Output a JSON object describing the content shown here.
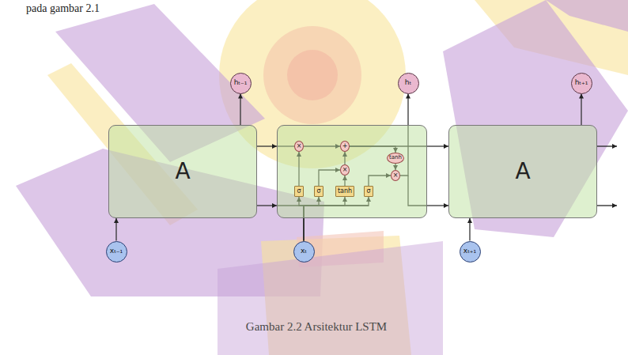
{
  "diagram": {
    "caption": "Gambar 2.2 Arsitektur LSTM",
    "nodes": [
      {
        "text": [
          "A"
        ]
      },
      {
        "text": []
      },
      {
        "text": [
          "A"
        ]
      },
      {
        "text": [
          "σ"
        ],
        "in": 1
      },
      {
        "text": [
          "σ"
        ],
        "in": 1
      },
      {
        "text": [
          "tanh"
        ],
        "in": 1
      },
      {
        "text": [
          "σ"
        ],
        "in": 1
      },
      {
        "text": [
          "×"
        ],
        "in": 1
      },
      {
        "text": [
          "+"
        ],
        "in": 1
      },
      {
        "text": [
          "×"
        ],
        "in": 1
      },
      {
        "text": [
          "tanh"
        ],
        "in": 1
      },
      {
        "text": [
          "×"
        ],
        "in": 1
      },
      {
        "text": [
          "hₜ₋₁"
        ]
      },
      {
        "text": [
          "hₜ"
        ]
      },
      {
        "text": [
          "hₜ₊₁"
        ]
      },
      {
        "text": [
          "xₜ₋₁"
        ]
      },
      {
        "text": [
          "xₜ"
        ]
      },
      {
        "text": [
          "xₜ₊₁"
        ]
      }
    ],
    "edges": [
      {
        "from": 15,
        "to": 0,
        "arrow": "to"
      },
      {
        "from": 0,
        "to": 12,
        "arrow": "to"
      },
      {
        "from": 0,
        "to": 1,
        "arrow": "to"
      },
      {
        "from": 0,
        "to": 1,
        "arrow": "to"
      },
      {
        "from": 16,
        "to": 3,
        "arrow": "to"
      },
      {
        "from": 16,
        "to": 4,
        "arrow": "to"
      },
      {
        "from": 16,
        "to": 5,
        "arrow": "to"
      },
      {
        "from": 16,
        "to": 6,
        "arrow": "to"
      },
      {
        "from": 3,
        "to": 7,
        "arrow": "to"
      },
      {
        "from": 4,
        "to": 9,
        "arrow": "to"
      },
      {
        "from": 5,
        "to": 9,
        "arrow": "to"
      },
      {
        "from": 9,
        "to": 8,
        "arrow": "to"
      },
      {
        "from": 7,
        "to": 8,
        "arrow": "to"
      },
      {
        "from": 8,
        "to": 10,
        "arrow": "to"
      },
      {
        "from": 10,
        "to": 11,
        "arrow": "to"
      },
      {
        "from": 6,
        "to": 11,
        "arrow": "to"
      },
      {
        "from": 11,
        "to": 13,
        "arrow": "to"
      },
      {
        "from": 1,
        "to": 2,
        "arrow": "to"
      },
      {
        "from": 1,
        "to": 2,
        "arrow": "to"
      },
      {
        "from": 2,
        "to": 14,
        "arrow": "to"
      },
      {
        "from": 17,
        "to": 2,
        "arrow": "to"
      }
    ],
    "labels": [
      "pada gambar 2.1"
    ]
  }
}
